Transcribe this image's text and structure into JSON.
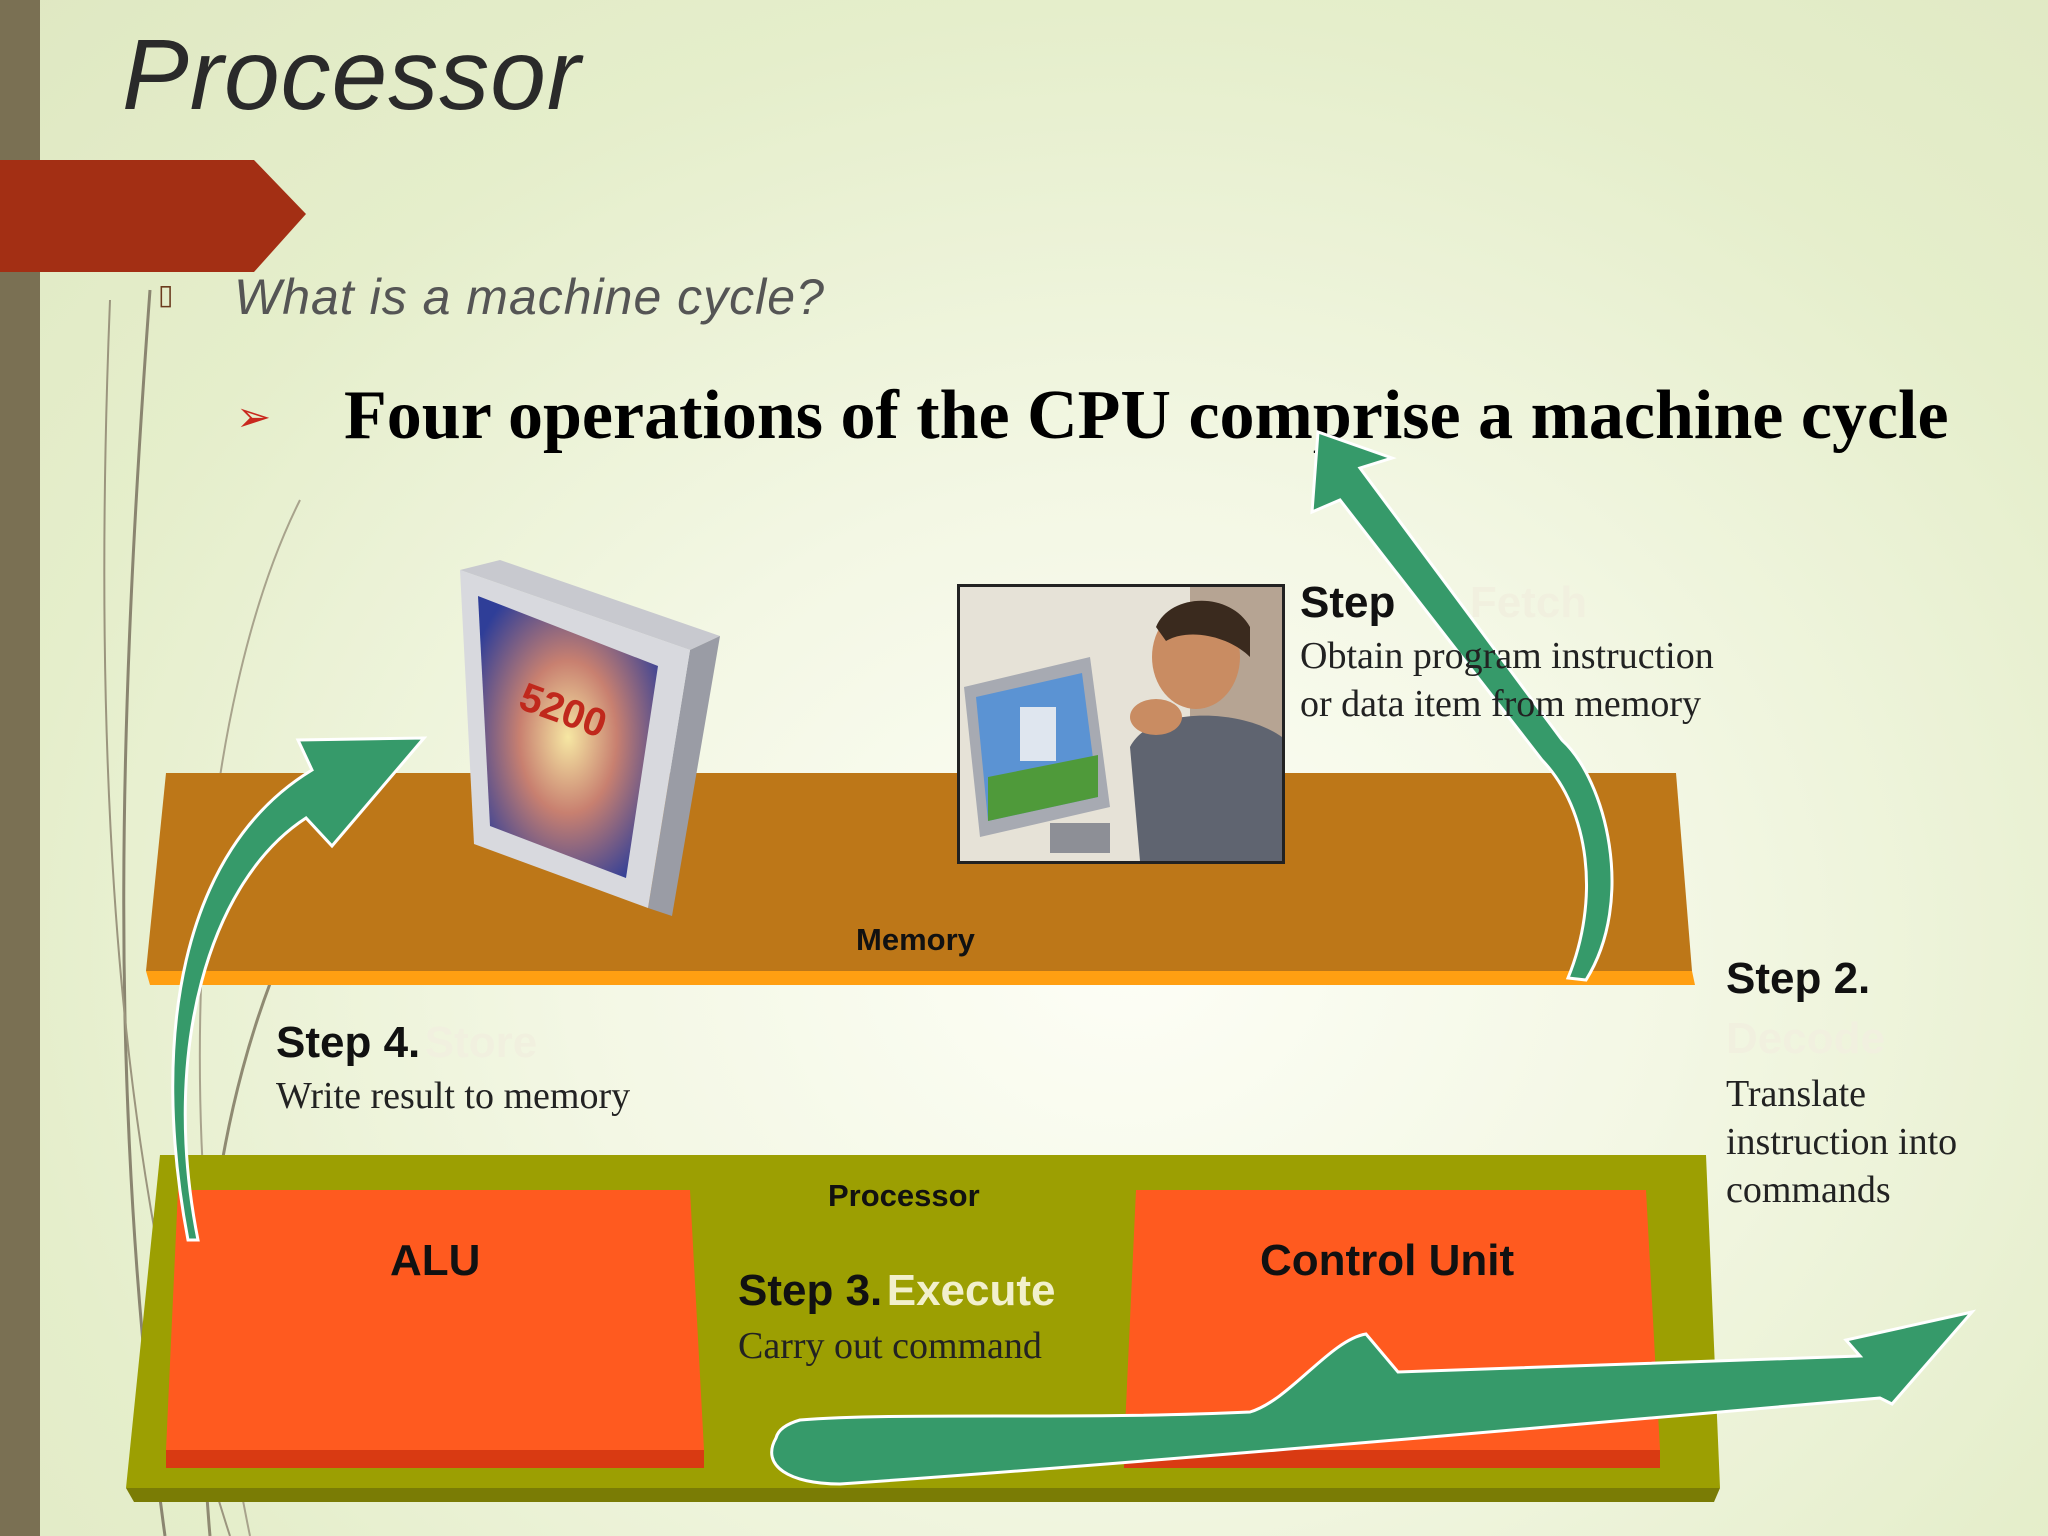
{
  "slide": {
    "title": "Processor",
    "bullet_question": "What is a machine cycle?",
    "headline": "Four operations of the CPU comprise a machine cycle"
  },
  "diagram": {
    "memory_label": "Memory",
    "processor_label": "Processor",
    "alu_label": "ALU",
    "control_unit_label": "Control Unit",
    "monitor_number": "5200",
    "steps": {
      "fetch": {
        "prefix": "Step",
        "name": "Fetch",
        "line1": "Obtain program instruction",
        "line2": "or data item from memory"
      },
      "decode": {
        "prefix": "Step 2.",
        "name": "Decode",
        "line1": "Translate",
        "line2": "instruction into",
        "line3": "commands"
      },
      "execute": {
        "prefix": "Step 3.",
        "name": "Execute",
        "line1": "Carry out command"
      },
      "store": {
        "prefix": "Step 4.",
        "name": "Store",
        "line1": "Write result to memory"
      }
    }
  },
  "colors": {
    "background": "#eef3dc",
    "left_bar": "#7a7053",
    "red_tab": "#a32f14",
    "memory_bar": "#bd7718",
    "memory_edge": "#ff9f12",
    "processor_bar": "#9c9f02",
    "processor_edge": "#7a7c05",
    "unit_fill": "#ff5a1f",
    "unit_edge": "#d93a12",
    "arrow": "#369a6a"
  },
  "icons": [
    "list-bullet-icon",
    "arrow-bullet-icon",
    "monitor-icon",
    "person-at-computer-image"
  ]
}
